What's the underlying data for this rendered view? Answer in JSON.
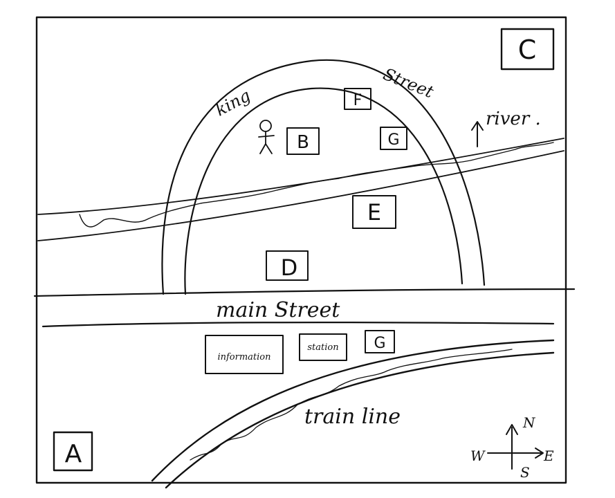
{
  "map": {
    "corner_labels": {
      "top_right": "C",
      "bottom_left": "A"
    },
    "streets": {
      "king_word1": "king",
      "king_word2": "Street",
      "main": "main Street"
    },
    "river_label": "river .",
    "train_label": "train line",
    "buildings": {
      "f": "F",
      "b": "B",
      "g_upper": "G",
      "e": "E",
      "d": "D",
      "information": "information",
      "station": "station",
      "g_lower": "G"
    },
    "compass": {
      "north": "N",
      "south": "S",
      "east": "E",
      "west": "W"
    }
  }
}
